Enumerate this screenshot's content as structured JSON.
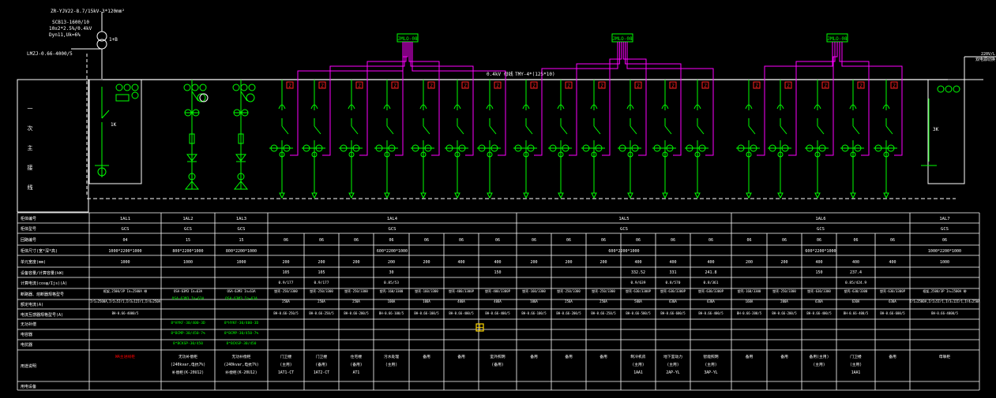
{
  "colors": {
    "background": "#000000",
    "line": "#ffffff",
    "equipment": "#00ff00",
    "bus": "#ff00ff",
    "breaker": "#ff2020",
    "highlight": "#ff0000",
    "cursor": "#ffd700"
  },
  "top_notes": {
    "cable": "ZR-YJV22-8.7/15kV-3*120mm²",
    "transformer": "SCB13-1600/10",
    "voltage": "10±2*2.5%/0.4kV",
    "vector": "Dyn11,Uk=6%",
    "incoming_switch": "LMZJ-0.66-4000/5",
    "busbar": "0.4kV 母线",
    "busbar_spec": "TMY-4*(125*10)"
  },
  "bus_labels": [
    "JMLO-08",
    "JMLO-08",
    "JMLO-08"
  ],
  "left_caption": [
    "一",
    "次",
    "主",
    "接",
    "线"
  ],
  "row_labels": [
    "柜体编号",
    "柜体型号",
    "回路编号",
    "柜体尺寸(宽*深*高)",
    "单元宽度(mm)",
    "设备容量/计算容量(kW)",
    "计算电流(cosφ/Ijs)(A)",
    "断路器、熔断器规格型号",
    "额定电流(A)",
    "电流互感器规格型号(A)",
    "无功补偿",
    "电容器",
    "电抗器",
    "用途说明",
    "用电设备"
  ],
  "headers": {
    "cabinet_ids": [
      "1AL1",
      "1AL2",
      "1AL3",
      "1AL4",
      "1AL5",
      "1AL6",
      "1AL7"
    ],
    "model": "GCS"
  },
  "circuit_numbers": [
    "04",
    "15",
    "15",
    "06",
    "06",
    "06",
    "06",
    "06",
    "06",
    "06",
    "06",
    "06",
    "06",
    "06",
    "06",
    "06",
    "06",
    "06",
    "06",
    "06",
    "06",
    "06"
  ],
  "dims": [
    "1000*2200*1000",
    "800*2200*1000",
    "800*2200*1000",
    "600*2200*1000",
    "600*2200*1000",
    "600*2200*1000",
    "1000*2200*1000"
  ],
  "unit_widths": [
    "1000",
    "1000",
    "1000",
    "200",
    "200",
    "200",
    "200",
    "200",
    "400",
    "400",
    "200",
    "200",
    "200",
    "400",
    "400",
    "400",
    "200",
    "200",
    "400",
    "400",
    "400",
    "1000"
  ],
  "capacity": [
    "",
    "",
    "",
    "105",
    "105",
    "",
    "30",
    "",
    "",
    "150",
    "",
    "",
    "",
    "332.52",
    "331",
    "241.8",
    "",
    "",
    "150",
    "237.4",
    "",
    ""
  ],
  "current": [
    "",
    "",
    "",
    "0.9/177",
    "0.9/177",
    "",
    "0.85/53",
    "",
    "",
    "",
    "",
    "",
    "",
    "0.9/639",
    "0.8/570",
    "0.8/361",
    "",
    "",
    "",
    "0.85/424.9",
    "",
    ""
  ],
  "breakers": [
    "框架,2500/3P In=2500A 带",
    "OSA-63M3 In=63A",
    "OSA-63M3 In=63A",
    "塑壳-250/3300",
    "塑壳-250/3300",
    "塑壳-250/3300",
    "塑壳-160/3300",
    "塑壳-160/3300",
    "塑壳-400/3300P",
    "塑壳-400/3300P",
    "塑壳-160/3300",
    "塑壳-250/3300",
    "塑壳-250/3300",
    "塑壳-630/3300P",
    "塑壳-630/3300P",
    "塑壳-630/3300P",
    "塑壳-160/3300",
    "塑壳-250/3300",
    "塑壳-630/3300",
    "塑壳-630/3300",
    "塑壳-630/3300P",
    "框架,2500/3P In=2500A 带"
  ],
  "rated": [
    "Ir1=2500A,Ir2=5Ir1,Ir3=12Ir1,Ir4=250A",
    "",
    "",
    "250A",
    "250A",
    "250A",
    "100A",
    "100A",
    "400A",
    "400A",
    "100A",
    "250A",
    "250A",
    "500A",
    "630A",
    "630A",
    "160A",
    "200A",
    "630A",
    "630A",
    "630A",
    "Ir1=2500A,Ir2=5Ir1,Ir3=12Ir1,Ir4=250A"
  ],
  "ct": [
    "BH-0.66-4000/5",
    "",
    "",
    "BH-0.66-250/5",
    "BH-0.66-250/5",
    "BH-0.66-200/5",
    "BH-0.66-100/5",
    "BH-0.66-100/5",
    "BH-0.66-400/5",
    "BH-0.66-400/5",
    "BH-0.66-100/5",
    "BH-0.66-200/5",
    "BH-0.66-250/5",
    "BH-0.66-500/5",
    "BH-0.66-600/5",
    "BH-0.66-400/5",
    "BH-0.66-200/5",
    "BH-0.66-200/5",
    "BH-0.66-400/5",
    "BH-0.66-400/5",
    "BH-0.66-600/5",
    "BH-0.66-4000/5"
  ],
  "reactive": [
    "",
    "8*HYKF-30/400-3D",
    "8*HYKF-30/400-3D"
  ],
  "capacitor": [
    "",
    "8*BCMP-30/450-7%",
    "8*BCMP-30/450-7%"
  ],
  "reactor": [
    "",
    "8*BCKSP-30/450",
    "8*BCKSP-30/450"
  ],
  "usage": [
    [
      "WA主进线柜"
    ],
    [
      "无功补偿柜",
      "(240kvar,电抗7%)",
      "补偿柜(K-20U12)"
    ],
    [
      "无功补偿柜",
      "(240kvar,电抗7%)",
      "补偿柜(K-20U12)"
    ],
    [
      "门卫楼",
      "(主用)",
      "1AT1-CT"
    ],
    [
      "门卫楼",
      "(备用)",
      "1AT2-CT"
    ],
    [
      "住宅楼",
      "(备用)",
      "AT1"
    ],
    [
      "污水处理",
      "(主用)"
    ],
    [
      "备用"
    ],
    [
      "备用"
    ],
    [
      "室外照明",
      "(备用)"
    ],
    [
      "备用"
    ],
    [
      "备用"
    ],
    [
      "备用"
    ],
    [
      "制冷机房",
      "(主用)",
      "1AA1"
    ],
    [
      "地下室动力",
      "(主用)",
      "2AP-YL"
    ],
    [
      "智能照明",
      "(主用)",
      "3AP-YL"
    ],
    [
      "备用"
    ],
    [
      "备用"
    ],
    [
      "备用(主用)",
      "(主用)"
    ],
    [
      "门卫楼",
      "(主用)",
      "1AA1"
    ],
    [
      "备用"
    ],
    [
      "母联柜"
    ]
  ],
  "switch_labels": [
    "1K",
    "3K"
  ],
  "right_notes": [
    "220V/L",
    "双电源切换"
  ]
}
